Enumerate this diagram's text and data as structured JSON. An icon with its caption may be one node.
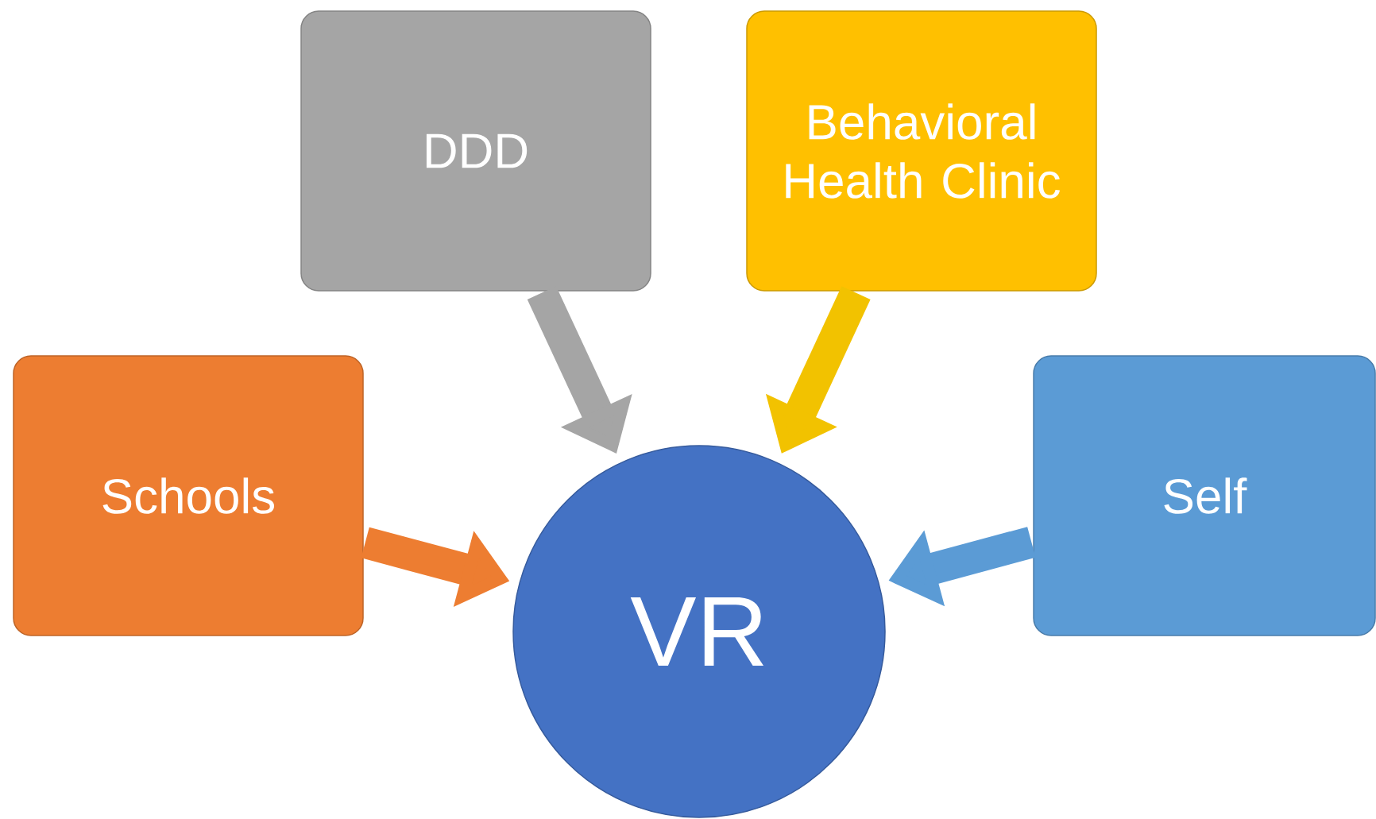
{
  "diagram": {
    "nodes": [
      {
        "text": [
          "DDD"
        ]
      },
      {
        "text": [
          "Behavioral Health Clinic"
        ]
      },
      {
        "text": [
          "Schools"
        ]
      },
      {
        "text": [
          "VR"
        ]
      },
      {
        "text": [
          "Self"
        ]
      }
    ],
    "edges": [
      {
        "from": 0,
        "to": 3,
        "arrow": "to",
        "color": "#a5a5a5"
      },
      {
        "from": 1,
        "to": 3,
        "arrow": "to",
        "color": "#f2c200"
      },
      {
        "from": 2,
        "to": 3,
        "arrow": "to",
        "color": "#ed7d31"
      },
      {
        "from": 4,
        "to": 3,
        "arrow": "to",
        "color": "#5b9bd5"
      }
    ]
  }
}
